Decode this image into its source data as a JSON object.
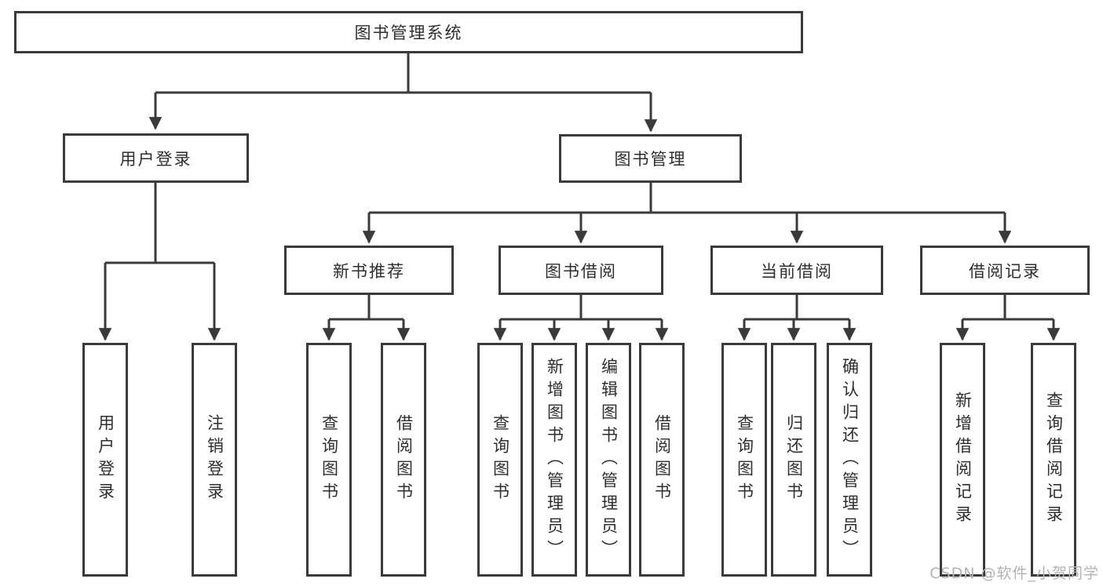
{
  "tree": {
    "root": "图书管理系统",
    "user_login": {
      "label": "用户登录",
      "children": [
        "用户登录",
        "注销登录"
      ]
    },
    "book_management": {
      "label": "图书管理",
      "sections": [
        {
          "label": "新书推荐",
          "children": [
            "查询图书",
            "借阅图书"
          ]
        },
        {
          "label": "图书借阅",
          "children": [
            "查询图书",
            "新增图书（管理员）",
            "编辑图书（管理员）",
            "借阅图书"
          ]
        },
        {
          "label": "当前借阅",
          "children": [
            "查询图书",
            "归还图书",
            "确认归还（管理员）"
          ]
        },
        {
          "label": "借阅记录",
          "children": [
            "新增借阅记录",
            "查询借阅记录"
          ]
        }
      ]
    }
  },
  "colors": {
    "line": "#3a3a3a",
    "text": "#2e2e2e",
    "watermark": "#b3b3b3"
  },
  "watermark": "CSDN @软件_小贺同学"
}
